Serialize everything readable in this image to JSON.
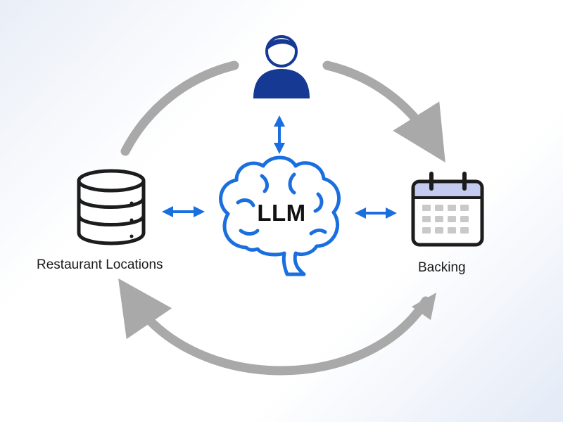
{
  "nodes": {
    "user": {
      "icon": "user-icon"
    },
    "llm": {
      "label": "LLM",
      "icon": "brain-icon"
    },
    "database": {
      "label": "Restaurant Locations",
      "icon": "database-icon"
    },
    "booking": {
      "label": "Backing",
      "icon": "calendar-icon"
    }
  },
  "colors": {
    "accent": "#1a6fe0",
    "user_icon": "#163a94",
    "cycle_arrow": "#a9a9a9",
    "outline": "#1c1c1c",
    "calendar_header": "#c4cbf0",
    "calendar_cell": "#c9c9c9"
  }
}
